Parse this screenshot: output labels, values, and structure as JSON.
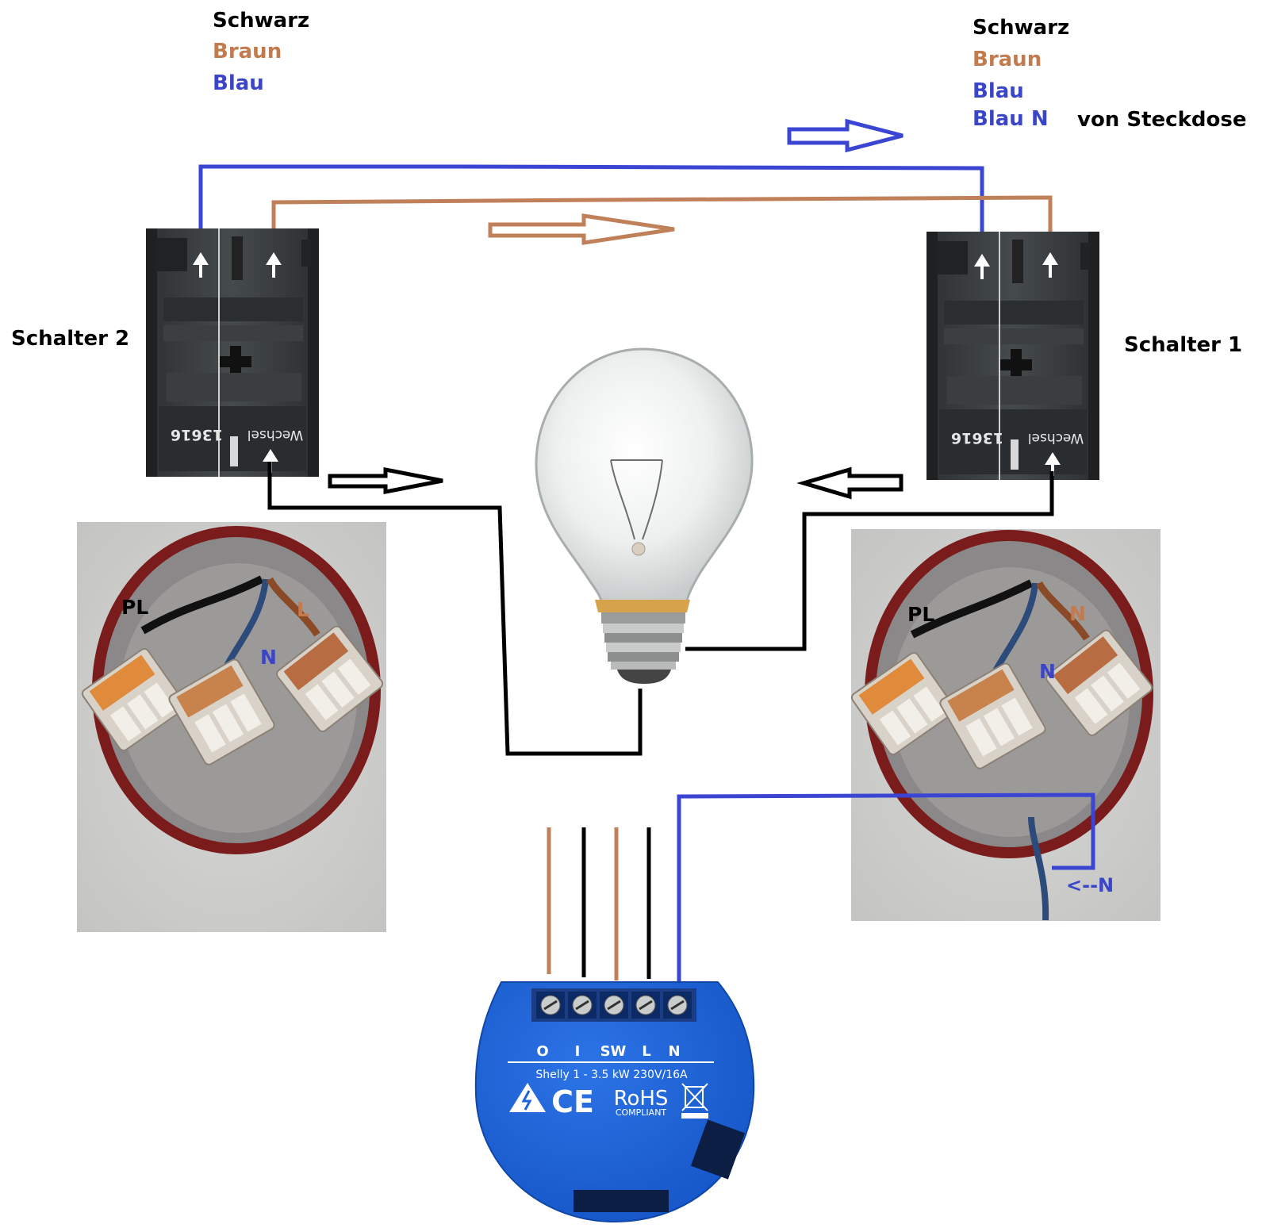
{
  "legend_left": {
    "black": "Schwarz",
    "brown": "Braun",
    "blue": "Blau"
  },
  "legend_right": {
    "black": "Schwarz",
    "brown": "Braun",
    "blue": "Blau",
    "blue_n": "Blau N",
    "note": "von Steckdose"
  },
  "switch_left": {
    "label": "Schalter 2",
    "part_number": "13616",
    "type_text": "Wechsel"
  },
  "switch_right": {
    "label": "Schalter 1",
    "part_number": "13616",
    "type_text": "Wechsel"
  },
  "box_left": {
    "labels": {
      "pl": "PL",
      "n": "N",
      "l": "L"
    }
  },
  "box_right": {
    "labels": {
      "pl": "PL",
      "n1": "N",
      "n2": "N",
      "n_arrow": "<--N"
    }
  },
  "shelly": {
    "terminals": [
      "O",
      "I",
      "SW",
      "L",
      "N"
    ],
    "model": "Shelly 1 - 3.5 kW 230V/16A",
    "ce": "CE",
    "rohs": "RoHS",
    "compliant": "COMPLIANT"
  },
  "colors": {
    "black_wire": "#000000",
    "brown_wire": "#c0805a",
    "blue_wire": "#3b45d4",
    "label_brown": "#c27a4f",
    "label_blue": "#3b45c8",
    "shelly_blue": "#1f63d8"
  }
}
